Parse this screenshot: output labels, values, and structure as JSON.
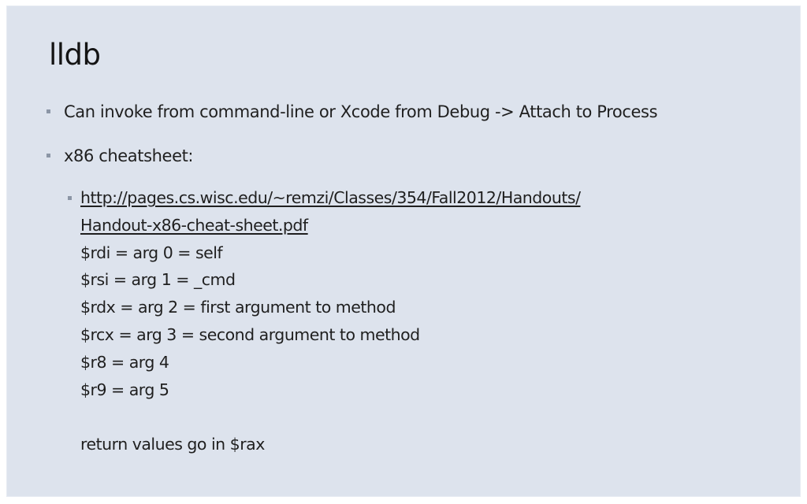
{
  "slide": {
    "title": "lldb",
    "bullets": [
      {
        "text": "Can invoke from command-line or Xcode from Debug -> Attach to Process"
      },
      {
        "text": "x86 cheatsheet:"
      }
    ],
    "sub_bullet": {
      "link_line1": "http://pages.cs.wisc.edu/~remzi/Classes/354/Fall2012/Handouts/",
      "link_line2": "Handout-x86-cheat-sheet.pdf",
      "lines": [
        "$rdi = arg 0 = self",
        "$rsi = arg 1 = _cmd",
        "$rdx = arg 2 = first argument to method",
        "$rcx = arg 3 = second argument to method",
        "$r8 = arg 4",
        "$r9 = arg 5"
      ],
      "return_line": "return values go in $rax"
    }
  },
  "colors": {
    "slide_background": "#dde3ed",
    "text": "#1f1f1f",
    "bullet_marker": "#8c96a6"
  }
}
